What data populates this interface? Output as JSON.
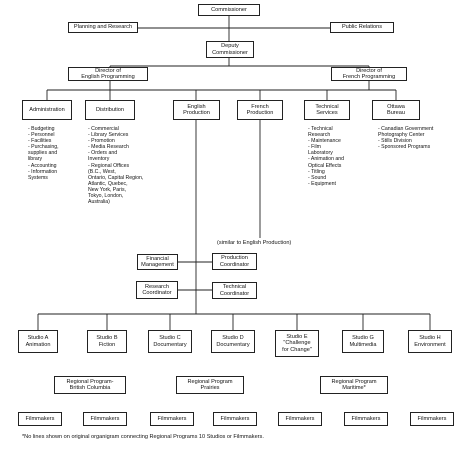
{
  "top": {
    "commissioner": "Commissioner",
    "planning": "Planning and Research",
    "public_relations": "Public Relations",
    "deputy": "Deputy\nCommissioner"
  },
  "directors": {
    "english": "Director of\nEnglish Programming",
    "french": "Director of\nFrench Programming"
  },
  "divisions": {
    "administration": "Administration",
    "distribution": "Distribution",
    "english_production": "English\nProduction",
    "french_production": "French\nProduction",
    "technical_services": "Technical\nServices",
    "ottawa_bureau": "Ottawa\nBureau"
  },
  "lists": {
    "administration": [
      "- Budgeting",
      "- Personnel",
      "- Facilities",
      "- Purchasing,\n  supplies and\n  library",
      "- Accounting",
      "- Information\n  Systems"
    ],
    "distribution": [
      "- Commercial",
      "- Library Services",
      "- Promotion",
      "- Media Research",
      "- Orders and\n  Inventory",
      "- Regional Offices\n  (B.C., West,\n  Ontario, Capital Region,\n  Atlantic, Quebec,\n  New York, Paris,\n  Tokyo, London,\n  Australia)"
    ],
    "technical_services": [
      "- Technical\n  Research",
      "- Maintenance",
      "- Film\n  Laboratory",
      "- Animation and\n  Optical Effects",
      "- Titling",
      "- Sound",
      "- Equipment"
    ],
    "ottawa_bureau": [
      "- Canadian Government\n  Photography Center",
      "- Stills Division",
      "- Sponsored Programs"
    ]
  },
  "similar_note": "(similar to English Production)",
  "coordinators": {
    "financial_management": "Financial\nManagement",
    "production_coordinator": "Production\nCoordinator",
    "research_coordinator": "Research\nCoordinator",
    "technical_coordinator": "Technical\nCoordinator"
  },
  "studios": [
    "Studio A\nAnimation",
    "Studio B\nFiction",
    "Studio C\nDocumentary",
    "Studio D\nDocumentary",
    "Studio E\n\"Challenge\nfor Change\"",
    "Studio G\nMultimedia",
    "Studio H\nEnvironment"
  ],
  "regional": [
    "Regional Program-\nBritish Columbia",
    "Regional Program\nPrairies",
    "Regional Program\nMaritime*"
  ],
  "filmmakers": [
    "Filmmakers",
    "Filmmakers",
    "Filmmakers",
    "Filmmakers",
    "Filmmakers",
    "Filmmakers",
    "Filmmakers"
  ],
  "footnote": "*No lines shown on original organigram connecting Regional Programs 10 Studios or Filmmakers."
}
